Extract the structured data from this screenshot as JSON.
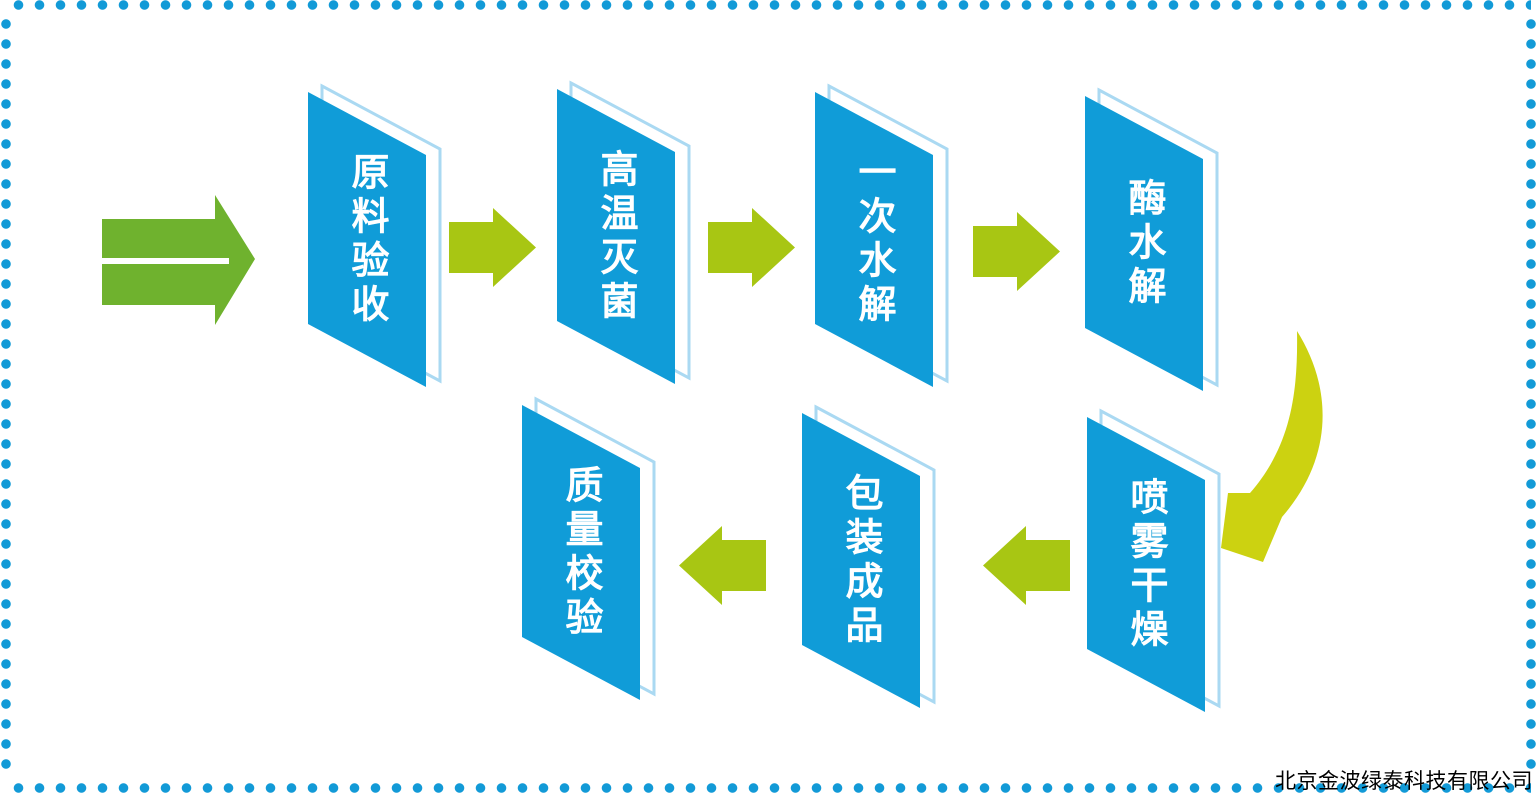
{
  "diagram": {
    "type": "process-flow",
    "steps": [
      "原料验收",
      "高温灭菌",
      "一次水解",
      "酶水解",
      "喷雾干燥",
      "包装成品",
      "质量校验"
    ],
    "row1_steps": [
      "原料验收",
      "高温灭菌",
      "一次水解",
      "酶水解"
    ],
    "row2_steps": [
      "喷雾干燥",
      "包装成品",
      "质量校验"
    ]
  },
  "footer": {
    "company_name": "北京金波绿泰科技有限公司"
  },
  "colors": {
    "card_blue": "#109cd8",
    "card_outline": "#aad9f2",
    "arrow_start": "#6fb22e",
    "arrow_step": "#a8c613",
    "arrow_curve": "#ccd211",
    "dot": "#129ad7",
    "card_text": "#ffffff",
    "footer_text": "#000000"
  }
}
